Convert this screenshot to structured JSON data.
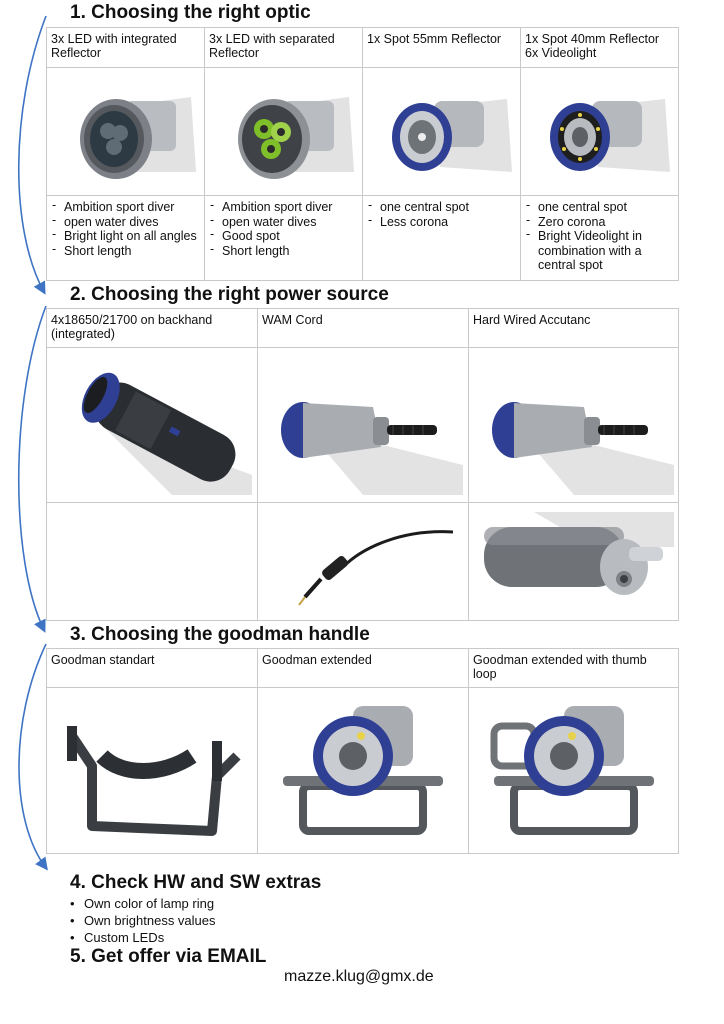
{
  "sections": [
    {
      "title": "1.   Choosing the right optic"
    },
    {
      "title": "2. Choosing the right power source"
    },
    {
      "title": "3. Choosing the goodman handle"
    },
    {
      "title": "4. Check HW and SW extras"
    },
    {
      "title": "5. Get offer via EMAIL"
    }
  ],
  "optics": [
    {
      "label_line1": "3x LED with integrated",
      "label_line2": "Reflector",
      "bullets": [
        "Ambition sport diver",
        "open water dives",
        "Bright light on all angles",
        "Short length"
      ]
    },
    {
      "label_line1": "3x LED with separated",
      "label_line2": "Reflector",
      "bullets": [
        "Ambition sport diver",
        "open water dives",
        "Good spot",
        "Short length"
      ]
    },
    {
      "label_line1": "1x Spot 55mm Reflector",
      "label_line2": "",
      "bullets": [
        "one central spot",
        "Less corona"
      ]
    },
    {
      "label_line1": "1x Spot 40mm Reflector",
      "label_line2": "6x Videolight",
      "bullets": [
        "one central spot",
        "Zero corona",
        "Bright Videolight in",
        "combination with a",
        "central spot"
      ]
    }
  ],
  "power": [
    {
      "label_line1": "4x18650/21700 on backhand",
      "label_line2": "(integrated)"
    },
    {
      "label_line1": "WAM Cord",
      "label_line2": ""
    },
    {
      "label_line1": "Hard Wired Accutanc",
      "label_line2": ""
    }
  ],
  "handles": [
    {
      "label_line1": "Goodman standart",
      "label_line2": ""
    },
    {
      "label_line1": "Goodman extended",
      "label_line2": ""
    },
    {
      "label_line1": "Goodman extended with thumb",
      "label_line2": "loop"
    }
  ],
  "extras": [
    "Own color of lamp ring",
    "Own brightness values",
    "Custom LEDs"
  ],
  "contact": {
    "email": "mazze.klug@gmx.de"
  },
  "colors": {
    "ring_blue": "#2f3f94",
    "arrow_blue": "#3f74c4",
    "led_green": "#7fbf2a",
    "metal": "#a9adb2"
  }
}
